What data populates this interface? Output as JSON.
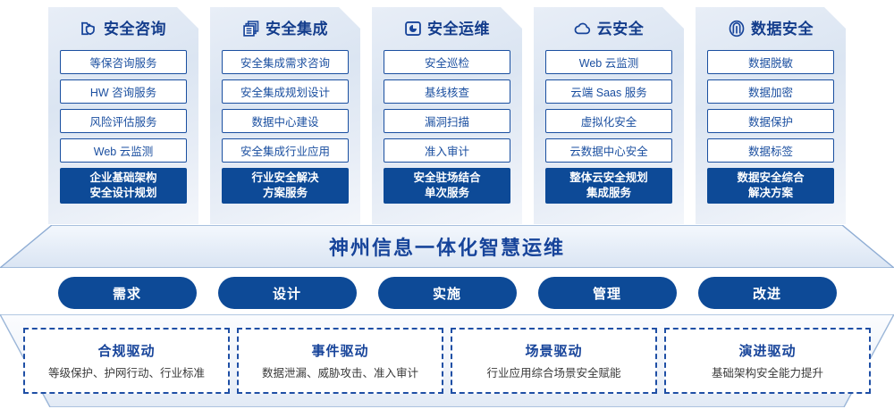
{
  "pillars": [
    {
      "icon": "folder-shield-icon",
      "title": "安全咨询",
      "items": [
        "等保咨询服务",
        "HW 咨询服务",
        "风险评估服务",
        "Web 云监测"
      ],
      "highlight": [
        "企业基础架构",
        "安全设计规划"
      ]
    },
    {
      "icon": "stacked-documents-icon",
      "title": "安全集成",
      "items": [
        "安全集成需求咨询",
        "安全集成规划设计",
        "数据中心建设",
        "安全集成行业应用"
      ],
      "highlight": [
        "行业安全解决",
        "方案服务"
      ]
    },
    {
      "icon": "monitor-chart-icon",
      "title": "安全运维",
      "items": [
        "安全巡检",
        "基线核查",
        "漏洞扫描",
        "准入审计"
      ],
      "highlight": [
        "安全驻场结合",
        "单次服务"
      ]
    },
    {
      "icon": "cloud-icon",
      "title": "云安全",
      "items": [
        "Web 云监测",
        "云端 Saas 服务",
        "虚拟化安全",
        "云数据中心安全"
      ],
      "highlight": [
        "整体云安全规划",
        "集成服务"
      ]
    },
    {
      "icon": "fingerprint-icon",
      "title": "数据安全",
      "items": [
        "数据脱敏",
        "数据加密",
        "数据保护",
        "数据标签"
      ],
      "highlight": [
        "数据安全综合",
        "解决方案"
      ]
    }
  ],
  "band": {
    "title": "神州信息一体化智慧运维"
  },
  "pills": [
    {
      "label": "需求"
    },
    {
      "label": "设计"
    },
    {
      "label": "实施"
    },
    {
      "label": "管理"
    },
    {
      "label": "改进"
    }
  ],
  "drivers": [
    {
      "title": "合规驱动",
      "subtitle": "等级保护、护网行动、行业标准"
    },
    {
      "title": "事件驱动",
      "subtitle": "数据泄漏、威胁攻击、准入审计"
    },
    {
      "title": "场景驱动",
      "subtitle": "行业应用综合场景安全赋能"
    },
    {
      "title": "演进驱动",
      "subtitle": "基础架构安全能力提升"
    }
  ],
  "colors": {
    "brand_blue": "#0d4a97",
    "title_blue": "#17449a",
    "outline_blue": "#1a4fa0",
    "panel_bg": "#dbe5f2"
  }
}
